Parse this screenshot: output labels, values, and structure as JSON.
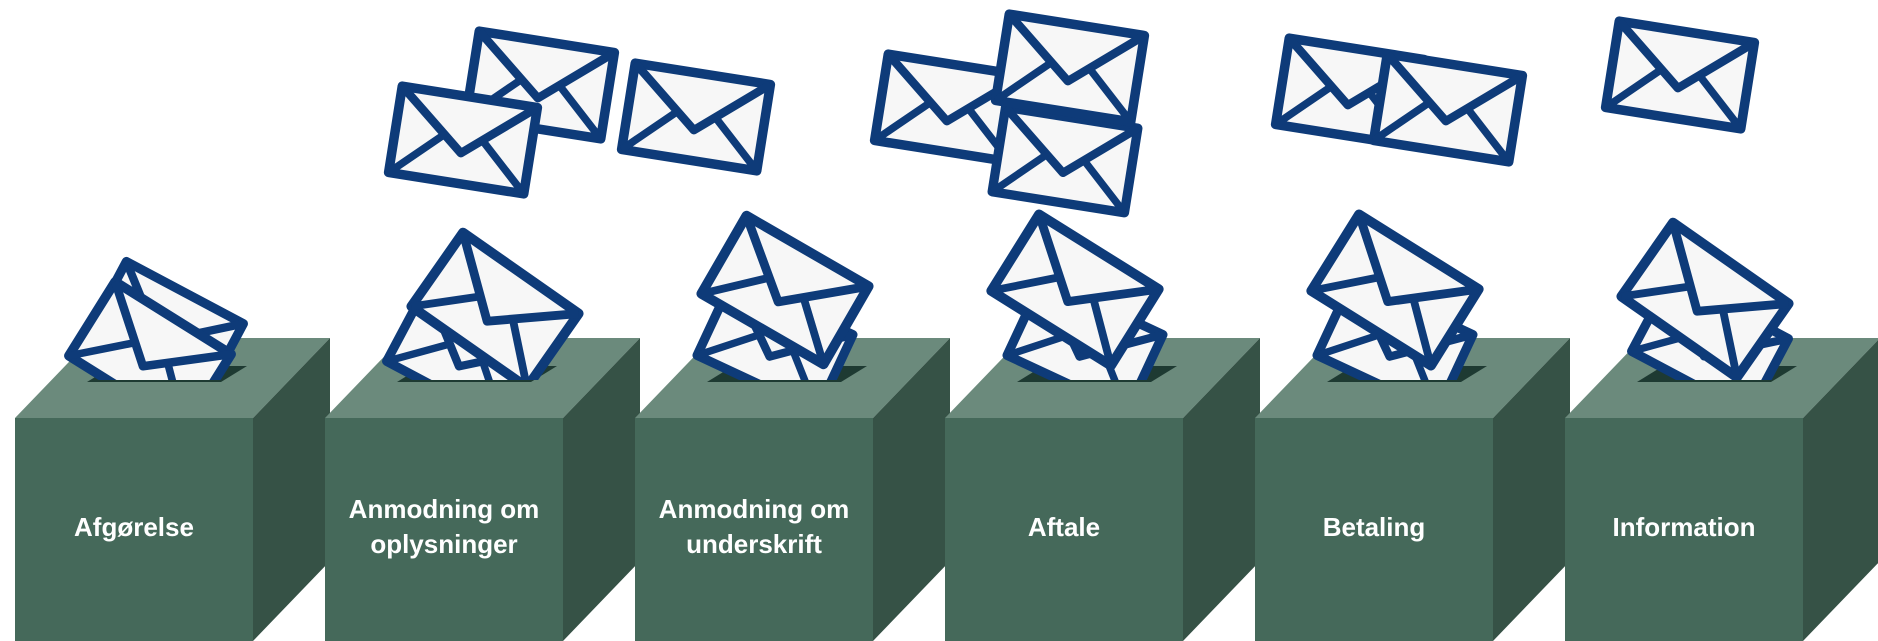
{
  "colors": {
    "box_front": "#45695a",
    "box_side": "#365246",
    "box_top": "#6b8a7c",
    "slot": "#1e3a32",
    "envelope_stroke": "#0e3b79",
    "envelope_fill": "#f7f7f7",
    "label_text": "#ffffff"
  },
  "icons": [
    "envelope-icon",
    "ballot-box"
  ],
  "boxes": [
    {
      "id": "afgorelse",
      "label_lines": [
        "Afgørelse"
      ],
      "inflight_envelopes": 0,
      "slot_envelopes": 2
    },
    {
      "id": "anmodning-om-oplysninger",
      "label_lines": [
        "Anmodning om",
        "oplysninger"
      ],
      "inflight_envelopes": 2,
      "slot_envelopes": 2
    },
    {
      "id": "anmodning-om-underskrift",
      "label_lines": [
        "Anmodning om",
        "underskrift"
      ],
      "inflight_envelopes": 1,
      "slot_envelopes": 2
    },
    {
      "id": "aftale",
      "label_lines": [
        "Aftale"
      ],
      "inflight_envelopes": 3,
      "slot_envelopes": 2
    },
    {
      "id": "betaling",
      "label_lines": [
        "Betaling"
      ],
      "inflight_envelopes": 2,
      "slot_envelopes": 2
    },
    {
      "id": "information",
      "label_lines": [
        "Information"
      ],
      "inflight_envelopes": 1,
      "slot_envelopes": 2
    }
  ]
}
